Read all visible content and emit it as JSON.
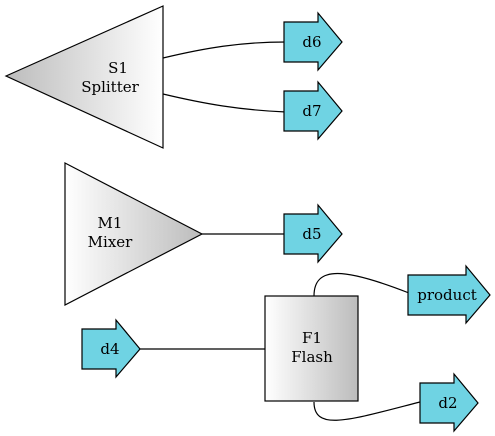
{
  "units": {
    "s1": {
      "name": "S1",
      "type": "Splitter"
    },
    "m1": {
      "name": "M1",
      "type": "Mixer"
    },
    "f1": {
      "name": "F1",
      "type": "Flash"
    }
  },
  "streams": {
    "d6": "d6",
    "d7": "d7",
    "d5": "d5",
    "d4": "d4",
    "product": "product",
    "d2": "d2"
  },
  "colors": {
    "stream_fill": "#6fd3e3",
    "unit_gradient_light": "#ffffff",
    "unit_gradient_dark": "#bcbcbc",
    "line": "#000000"
  }
}
